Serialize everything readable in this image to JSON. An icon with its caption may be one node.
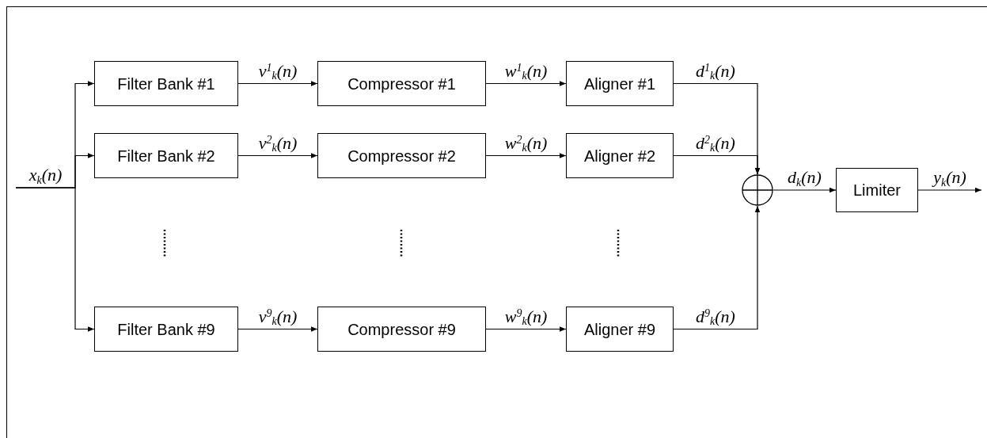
{
  "diagram": {
    "nodes": [
      {
        "text": [
          "Filter Bank #1"
        ]
      },
      {
        "text": [
          "Compressor #1"
        ]
      },
      {
        "text": [
          "Aligner #1"
        ]
      },
      {
        "text": [
          "Filter Bank #2"
        ]
      },
      {
        "text": [
          "Compressor #2"
        ]
      },
      {
        "text": [
          "Aligner #2"
        ]
      },
      {
        "text": [
          "Filter Bank #9"
        ]
      },
      {
        "text": [
          "Compressor #9"
        ]
      },
      {
        "text": [
          "Aligner #9"
        ]
      },
      {
        "text": [],
        "shape": "circle"
      },
      {
        "text": [
          "Limiter"
        ]
      }
    ],
    "edges": [
      {
        "from": null,
        "to": 0,
        "arrow": "to",
        "label": "x$_{k}$(n)"
      },
      {
        "from": null,
        "to": 3,
        "arrow": "to"
      },
      {
        "from": null,
        "to": 6,
        "arrow": "to"
      },
      {
        "from": 0,
        "to": 1,
        "arrow": "to",
        "label": "v$^{1}$$_{k}$(n)"
      },
      {
        "from": 1,
        "to": 2,
        "arrow": "to",
        "label": "w$^{1}$$_{k}$(n)"
      },
      {
        "from": 2,
        "to": 9,
        "arrow": "to",
        "label": "d$^{1}$$_{k}$(n)"
      },
      {
        "from": 3,
        "to": 4,
        "arrow": "to",
        "label": "v$^{2}$$_{k}$(n)"
      },
      {
        "from": 4,
        "to": 5,
        "arrow": "to",
        "label": "w$^{2}$$_{k}$(n)"
      },
      {
        "from": 5,
        "to": 9,
        "arrow": "to",
        "label": "d$^{2}$$_{k}$(n)"
      },
      {
        "from": 6,
        "to": 7,
        "arrow": "to",
        "label": "v$^{9}$$_{k}$(n)"
      },
      {
        "from": 7,
        "to": 8,
        "arrow": "to",
        "label": "w$^{9}$$_{k}$(n)"
      },
      {
        "from": 8,
        "to": 9,
        "arrow": "to",
        "label": "d$^{9}$$_{k}$(n)"
      },
      {
        "from": 9,
        "to": 10,
        "arrow": "to",
        "label": "d$_{k}$(n)"
      },
      {
        "from": 10,
        "to": null,
        "arrow": "to",
        "label": "y$_{k}$(n)"
      }
    ]
  }
}
